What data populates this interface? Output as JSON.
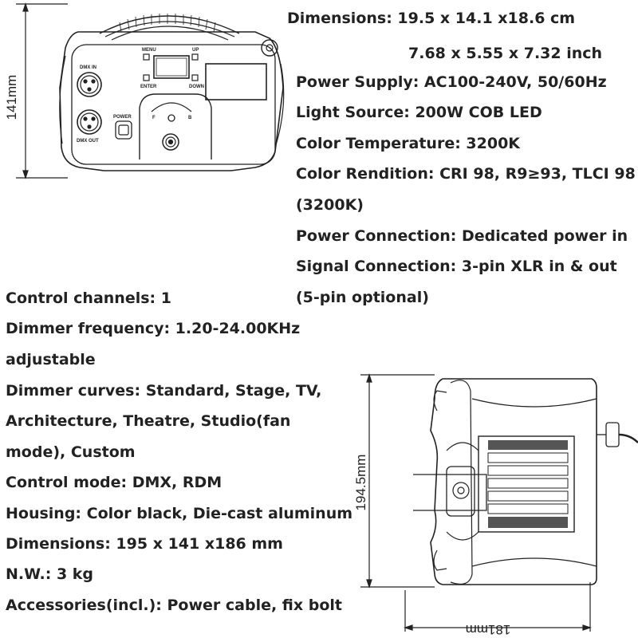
{
  "top_specs": [
    "Dimensions: 19.5 x 14.1 x18.6 cm",
    "7.68 x 5.55 x 7.32 inch",
    "Power Supply: AC100-240V, 50/60Hz",
    "Light Source: 200W COB LED",
    "Color Temperature: 3200K",
    "Color Rendition: CRI 98, R9≥93, TLCI 98",
    "(3200K)",
    "Power Connection: Dedicated power in",
    "Signal Connection: 3-pin XLR in & out",
    "(5-pin optional)"
  ],
  "bottom_specs": [
    "Control channels: 1",
    "Dimmer frequency: 1.20-24.00KHz",
    "adjustable",
    "Dimmer curves: Standard, Stage, TV,",
    "Architecture, Theatre, Studio(fan",
    "mode), Custom",
    "Control mode: DMX, RDM",
    "Housing: Color black, Die-cast aluminum",
    "Dimensions: 195 x 141 x186 mm",
    "N.W.: 3 kg",
    "Accessories(incl.): Power cable, fix bolt"
  ],
  "front_view": {
    "height_dim": "141mm",
    "labels": {
      "menu": "MENU",
      "up": "UP",
      "enter": "ENTER",
      "down": "DOWN",
      "dmx_in": "DMX IN",
      "dmx_out": "DMX OUT",
      "power": "POWER",
      "f": "F",
      "b": "B"
    }
  },
  "side_view": {
    "height_dim": "194.5mm",
    "depth_dim": "181mm"
  }
}
